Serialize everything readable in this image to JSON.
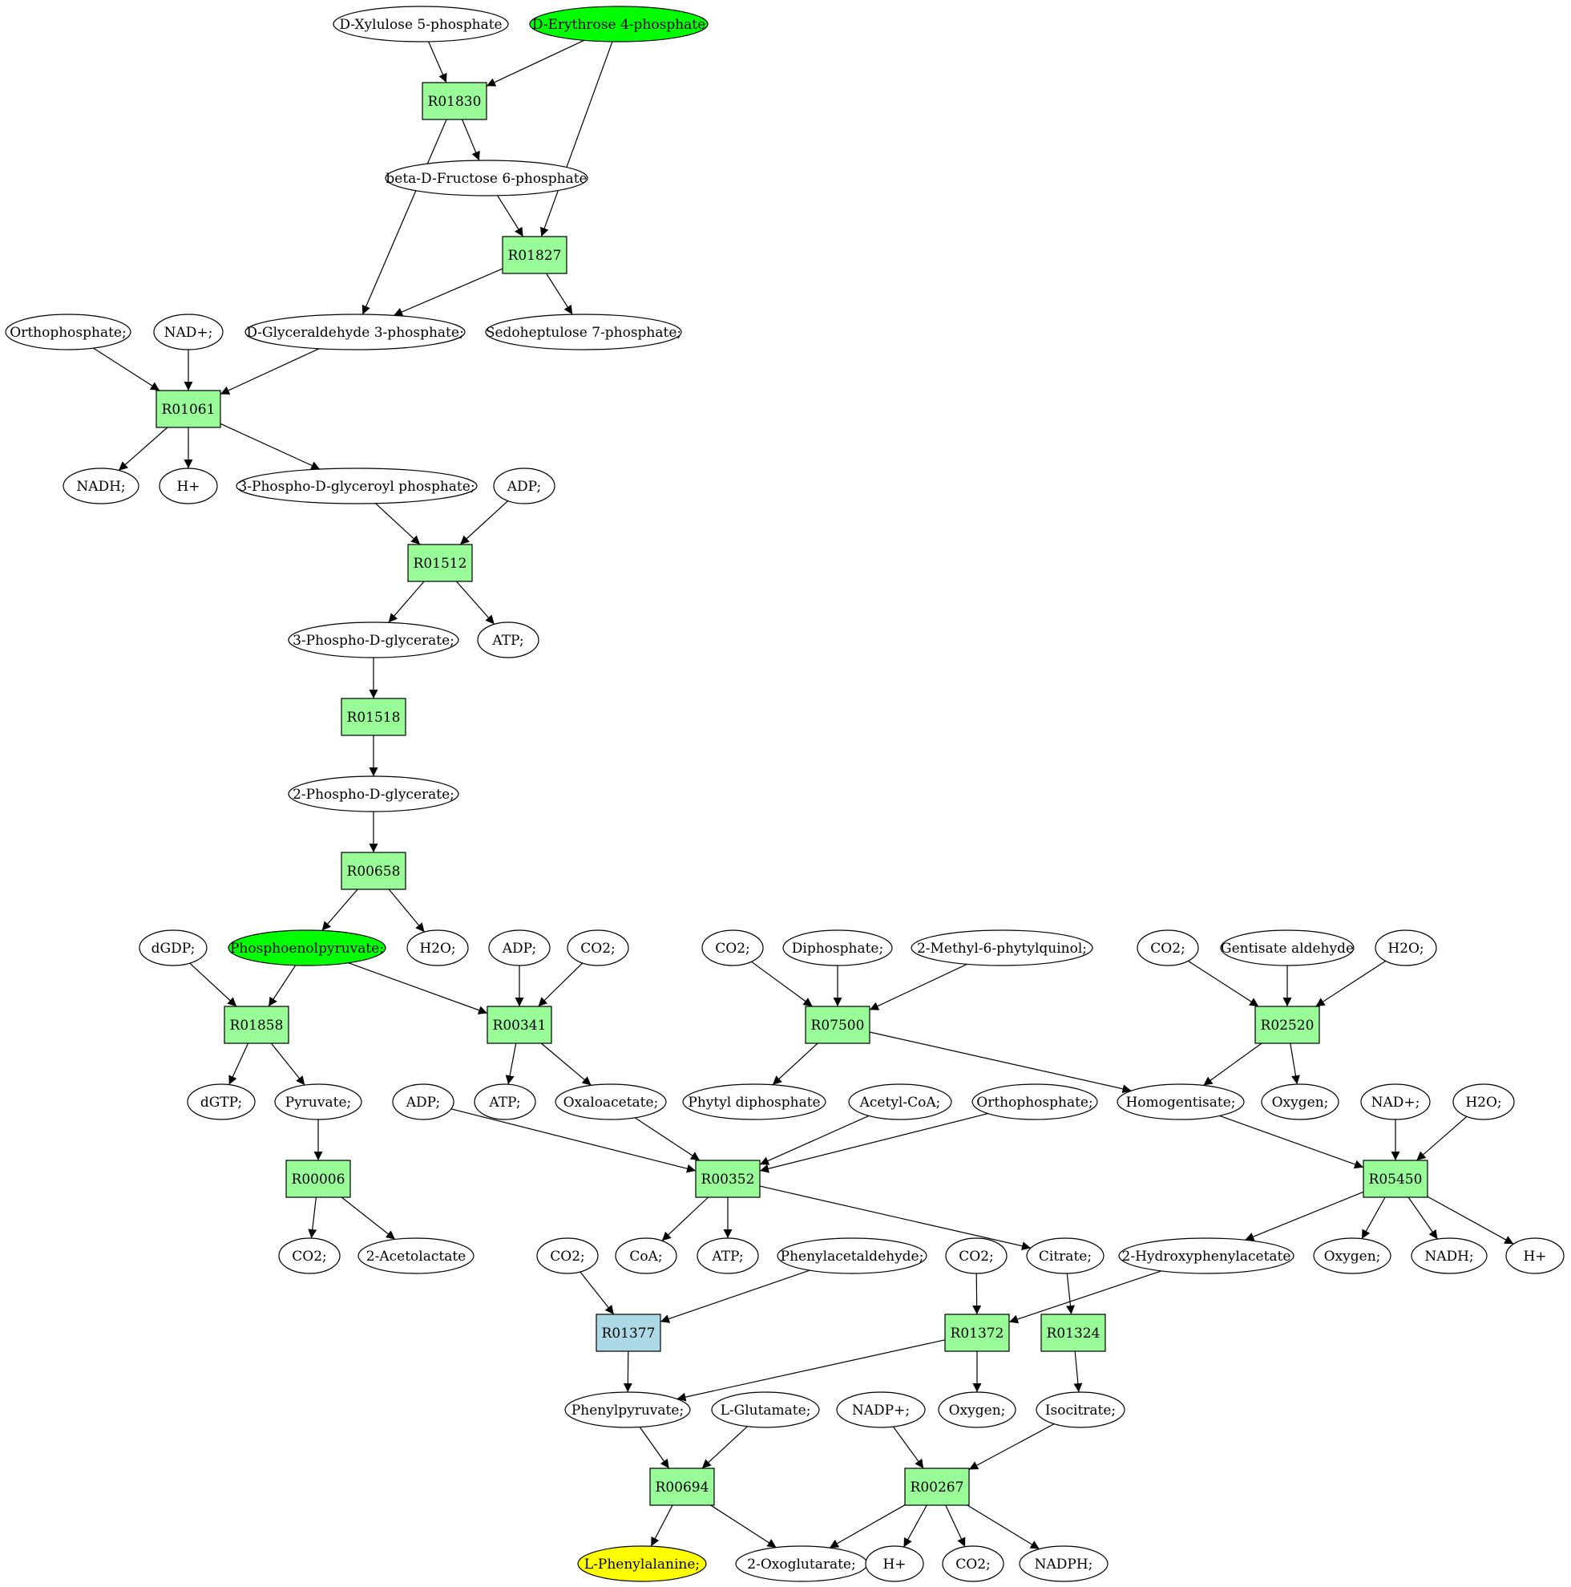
{
  "colors": {
    "reaction": "#98fb98",
    "reaction_highlight": "#add8e6",
    "compound": "#ffffff",
    "source": "#00ff00",
    "target": "#ffff00",
    "stroke": "#000000"
  },
  "nodes": [
    {
      "id": "c_xylulose5p",
      "label": "D-Xylulose 5-phosphate",
      "type": "compound"
    },
    {
      "id": "c_erythrose4p",
      "label": "D-Erythrose 4-phosphate",
      "type": "compound",
      "role": "source"
    },
    {
      "id": "r_R01830",
      "label": "R01830",
      "type": "reaction"
    },
    {
      "id": "c_bfructose6p",
      "label": "beta-D-Fructose 6-phosphate",
      "type": "compound"
    },
    {
      "id": "r_R01827",
      "label": "R01827",
      "type": "reaction"
    },
    {
      "id": "c_orthophosphate_1",
      "label": "Orthophosphate;",
      "type": "compound"
    },
    {
      "id": "c_nad_1",
      "label": "NAD+;",
      "type": "compound"
    },
    {
      "id": "c_g3p",
      "label": "D-Glyceraldehyde 3-phosphate;",
      "type": "compound"
    },
    {
      "id": "c_sedoheptulose7p",
      "label": "Sedoheptulose 7-phosphate;",
      "type": "compound"
    },
    {
      "id": "r_R01061",
      "label": "R01061",
      "type": "reaction"
    },
    {
      "id": "c_nadh_1",
      "label": "NADH;",
      "type": "compound"
    },
    {
      "id": "c_h_1",
      "label": "H+",
      "type": "compound"
    },
    {
      "id": "c_3pdgp",
      "label": "3-Phospho-D-glyceroyl phosphate;",
      "type": "compound"
    },
    {
      "id": "c_adp_1",
      "label": "ADP;",
      "type": "compound"
    },
    {
      "id": "r_R01512",
      "label": "R01512",
      "type": "reaction"
    },
    {
      "id": "c_3pg",
      "label": "3-Phospho-D-glycerate;",
      "type": "compound"
    },
    {
      "id": "c_atp_1",
      "label": "ATP;",
      "type": "compound"
    },
    {
      "id": "r_R01518",
      "label": "R01518",
      "type": "reaction"
    },
    {
      "id": "c_2pg",
      "label": "2-Phospho-D-glycerate;",
      "type": "compound"
    },
    {
      "id": "r_R00658",
      "label": "R00658",
      "type": "reaction"
    },
    {
      "id": "c_dgdp",
      "label": "dGDP;",
      "type": "compound"
    },
    {
      "id": "c_pep",
      "label": "Phosphoenolpyruvate;",
      "type": "compound",
      "role": "source"
    },
    {
      "id": "c_h2o_1",
      "label": "H2O;",
      "type": "compound"
    },
    {
      "id": "c_adp_2",
      "label": "ADP;",
      "type": "compound"
    },
    {
      "id": "c_co2_1",
      "label": "CO2;",
      "type": "compound"
    },
    {
      "id": "c_co2_2",
      "label": "CO2;",
      "type": "compound"
    },
    {
      "id": "c_diphosphate",
      "label": "Diphosphate;",
      "type": "compound"
    },
    {
      "id": "c_mpq",
      "label": "2-Methyl-6-phytylquinol;",
      "type": "compound"
    },
    {
      "id": "c_co2_3",
      "label": "CO2;",
      "type": "compound"
    },
    {
      "id": "c_gentisald",
      "label": "Gentisate aldehyde",
      "type": "compound"
    },
    {
      "id": "c_h2o_2",
      "label": "H2O;",
      "type": "compound"
    },
    {
      "id": "r_R01858",
      "label": "R01858",
      "type": "reaction"
    },
    {
      "id": "r_R00341",
      "label": "R00341",
      "type": "reaction"
    },
    {
      "id": "r_R07500",
      "label": "R07500",
      "type": "reaction"
    },
    {
      "id": "r_R02520",
      "label": "R02520",
      "type": "reaction"
    },
    {
      "id": "c_dgtp",
      "label": "dGTP;",
      "type": "compound"
    },
    {
      "id": "c_pyruvate",
      "label": "Pyruvate;",
      "type": "compound"
    },
    {
      "id": "c_adp_3",
      "label": "ADP;",
      "type": "compound"
    },
    {
      "id": "c_atp_2",
      "label": "ATP;",
      "type": "compound"
    },
    {
      "id": "c_oxaloacetate",
      "label": "Oxaloacetate;",
      "type": "compound"
    },
    {
      "id": "c_phytyldp",
      "label": "Phytyl diphosphate",
      "type": "compound"
    },
    {
      "id": "c_acetylcoa",
      "label": "Acetyl-CoA;",
      "type": "compound"
    },
    {
      "id": "c_orthophosphate_2",
      "label": "Orthophosphate;",
      "type": "compound"
    },
    {
      "id": "c_homogentisate",
      "label": "Homogentisate;",
      "type": "compound"
    },
    {
      "id": "c_oxygen_1",
      "label": "Oxygen;",
      "type": "compound"
    },
    {
      "id": "c_nad_2",
      "label": "NAD+;",
      "type": "compound"
    },
    {
      "id": "c_h2o_3",
      "label": "H2O;",
      "type": "compound"
    },
    {
      "id": "r_R00006",
      "label": "R00006",
      "type": "reaction"
    },
    {
      "id": "r_R00352",
      "label": "R00352",
      "type": "reaction"
    },
    {
      "id": "r_R05450",
      "label": "R05450",
      "type": "reaction"
    },
    {
      "id": "c_co2_4",
      "label": "CO2;",
      "type": "compound"
    },
    {
      "id": "c_acetolactate",
      "label": "2-Acetolactate",
      "type": "compound"
    },
    {
      "id": "c_co2_5",
      "label": "CO2;",
      "type": "compound"
    },
    {
      "id": "c_coa",
      "label": "CoA;",
      "type": "compound"
    },
    {
      "id": "c_atp_3",
      "label": "ATP;",
      "type": "compound"
    },
    {
      "id": "c_phenylacetaldehyde",
      "label": "Phenylacetaldehyde;",
      "type": "compound"
    },
    {
      "id": "c_co2_6",
      "label": "CO2;",
      "type": "compound"
    },
    {
      "id": "c_citrate",
      "label": "Citrate;",
      "type": "compound"
    },
    {
      "id": "c_2hpa",
      "label": "2-Hydroxyphenylacetate",
      "type": "compound"
    },
    {
      "id": "c_oxygen_2",
      "label": "Oxygen;",
      "type": "compound"
    },
    {
      "id": "c_nadh_2",
      "label": "NADH;",
      "type": "compound"
    },
    {
      "id": "c_h_2",
      "label": "H+",
      "type": "compound"
    },
    {
      "id": "r_R01377",
      "label": "R01377",
      "type": "reaction",
      "role": "highlight"
    },
    {
      "id": "r_R01372",
      "label": "R01372",
      "type": "reaction"
    },
    {
      "id": "r_R01324",
      "label": "R01324",
      "type": "reaction"
    },
    {
      "id": "c_phenylpyruvate",
      "label": "Phenylpyruvate;",
      "type": "compound"
    },
    {
      "id": "c_glutamate",
      "label": "L-Glutamate;",
      "type": "compound"
    },
    {
      "id": "c_nadp",
      "label": "NADP+;",
      "type": "compound"
    },
    {
      "id": "c_oxygen_3",
      "label": "Oxygen;",
      "type": "compound"
    },
    {
      "id": "c_isocitrate",
      "label": "Isocitrate;",
      "type": "compound"
    },
    {
      "id": "r_R00694",
      "label": "R00694",
      "type": "reaction"
    },
    {
      "id": "r_R00267",
      "label": "R00267",
      "type": "reaction"
    },
    {
      "id": "c_phe",
      "label": "L-Phenylalanine;",
      "type": "compound",
      "role": "target"
    },
    {
      "id": "c_2og",
      "label": "2-Oxoglutarate;",
      "type": "compound"
    },
    {
      "id": "c_h_3",
      "label": "H+",
      "type": "compound"
    },
    {
      "id": "c_co2_7",
      "label": "CO2;",
      "type": "compound"
    },
    {
      "id": "c_nadph",
      "label": "NADPH;",
      "type": "compound"
    }
  ],
  "edges": [
    {
      "from": "c_xylulose5p",
      "to": "r_R01830"
    },
    {
      "from": "c_erythrose4p",
      "to": "r_R01830"
    },
    {
      "from": "c_erythrose4p",
      "to": "r_R01827"
    },
    {
      "from": "r_R01830",
      "to": "c_bfructose6p"
    },
    {
      "from": "r_R01830",
      "to": "c_g3p"
    },
    {
      "from": "c_bfructose6p",
      "to": "r_R01827"
    },
    {
      "from": "r_R01827",
      "to": "c_g3p"
    },
    {
      "from": "r_R01827",
      "to": "c_sedoheptulose7p"
    },
    {
      "from": "c_orthophosphate_1",
      "to": "r_R01061"
    },
    {
      "from": "c_nad_1",
      "to": "r_R01061"
    },
    {
      "from": "c_g3p",
      "to": "r_R01061"
    },
    {
      "from": "r_R01061",
      "to": "c_nadh_1"
    },
    {
      "from": "r_R01061",
      "to": "c_h_1"
    },
    {
      "from": "r_R01061",
      "to": "c_3pdgp"
    },
    {
      "from": "c_3pdgp",
      "to": "r_R01512"
    },
    {
      "from": "c_adp_1",
      "to": "r_R01512"
    },
    {
      "from": "r_R01512",
      "to": "c_3pg"
    },
    {
      "from": "r_R01512",
      "to": "c_atp_1"
    },
    {
      "from": "c_3pg",
      "to": "r_R01518"
    },
    {
      "from": "r_R01518",
      "to": "c_2pg"
    },
    {
      "from": "c_2pg",
      "to": "r_R00658"
    },
    {
      "from": "r_R00658",
      "to": "c_pep"
    },
    {
      "from": "r_R00658",
      "to": "c_h2o_1"
    },
    {
      "from": "c_dgdp",
      "to": "r_R01858"
    },
    {
      "from": "c_pep",
      "to": "r_R01858"
    },
    {
      "from": "c_pep",
      "to": "r_R00341"
    },
    {
      "from": "c_adp_2",
      "to": "r_R00341"
    },
    {
      "from": "c_co2_1",
      "to": "r_R00341"
    },
    {
      "from": "c_co2_2",
      "to": "r_R07500"
    },
    {
      "from": "c_diphosphate",
      "to": "r_R07500"
    },
    {
      "from": "c_mpq",
      "to": "r_R07500"
    },
    {
      "from": "c_co2_3",
      "to": "r_R02520"
    },
    {
      "from": "c_gentisald",
      "to": "r_R02520"
    },
    {
      "from": "c_h2o_2",
      "to": "r_R02520"
    },
    {
      "from": "r_R01858",
      "to": "c_dgtp"
    },
    {
      "from": "r_R01858",
      "to": "c_pyruvate"
    },
    {
      "from": "r_R00341",
      "to": "c_atp_2"
    },
    {
      "from": "r_R00341",
      "to": "c_oxaloacetate"
    },
    {
      "from": "r_R07500",
      "to": "c_phytyldp"
    },
    {
      "from": "r_R07500",
      "to": "c_homogentisate"
    },
    {
      "from": "r_R02520",
      "to": "c_homogentisate"
    },
    {
      "from": "r_R02520",
      "to": "c_oxygen_1"
    },
    {
      "from": "c_pyruvate",
      "to": "r_R00006"
    },
    {
      "from": "c_adp_3",
      "to": "r_R00352"
    },
    {
      "from": "c_oxaloacetate",
      "to": "r_R00352"
    },
    {
      "from": "c_acetylcoa",
      "to": "r_R00352"
    },
    {
      "from": "c_orthophosphate_2",
      "to": "r_R00352"
    },
    {
      "from": "c_homogentisate",
      "to": "r_R05450"
    },
    {
      "from": "c_nad_2",
      "to": "r_R05450"
    },
    {
      "from": "c_h2o_3",
      "to": "r_R05450"
    },
    {
      "from": "r_R00006",
      "to": "c_co2_4"
    },
    {
      "from": "r_R00006",
      "to": "c_acetolactate"
    },
    {
      "from": "r_R00352",
      "to": "c_coa"
    },
    {
      "from": "r_R00352",
      "to": "c_atp_3"
    },
    {
      "from": "r_R00352",
      "to": "c_citrate"
    },
    {
      "from": "r_R05450",
      "to": "c_2hpa"
    },
    {
      "from": "r_R05450",
      "to": "c_oxygen_2"
    },
    {
      "from": "r_R05450",
      "to": "c_nadh_2"
    },
    {
      "from": "r_R05450",
      "to": "c_h_2"
    },
    {
      "from": "c_co2_5",
      "to": "r_R01377"
    },
    {
      "from": "c_phenylacetaldehyde",
      "to": "r_R01377"
    },
    {
      "from": "c_co2_6",
      "to": "r_R01372"
    },
    {
      "from": "c_2hpa",
      "to": "r_R01372"
    },
    {
      "from": "c_citrate",
      "to": "r_R01324"
    },
    {
      "from": "r_R01377",
      "to": "c_phenylpyruvate"
    },
    {
      "from": "r_R01372",
      "to": "c_phenylpyruvate"
    },
    {
      "from": "r_R01372",
      "to": "c_oxygen_3"
    },
    {
      "from": "r_R01324",
      "to": "c_isocitrate"
    },
    {
      "from": "c_phenylpyruvate",
      "to": "r_R00694"
    },
    {
      "from": "c_glutamate",
      "to": "r_R00694"
    },
    {
      "from": "c_nadp",
      "to": "r_R00267"
    },
    {
      "from": "c_isocitrate",
      "to": "r_R00267"
    },
    {
      "from": "r_R00694",
      "to": "c_phe"
    },
    {
      "from": "r_R00694",
      "to": "c_2og"
    },
    {
      "from": "r_R00267",
      "to": "c_2og"
    },
    {
      "from": "r_R00267",
      "to": "c_h_3"
    },
    {
      "from": "r_R00267",
      "to": "c_co2_7"
    },
    {
      "from": "r_R00267",
      "to": "c_nadph"
    }
  ]
}
